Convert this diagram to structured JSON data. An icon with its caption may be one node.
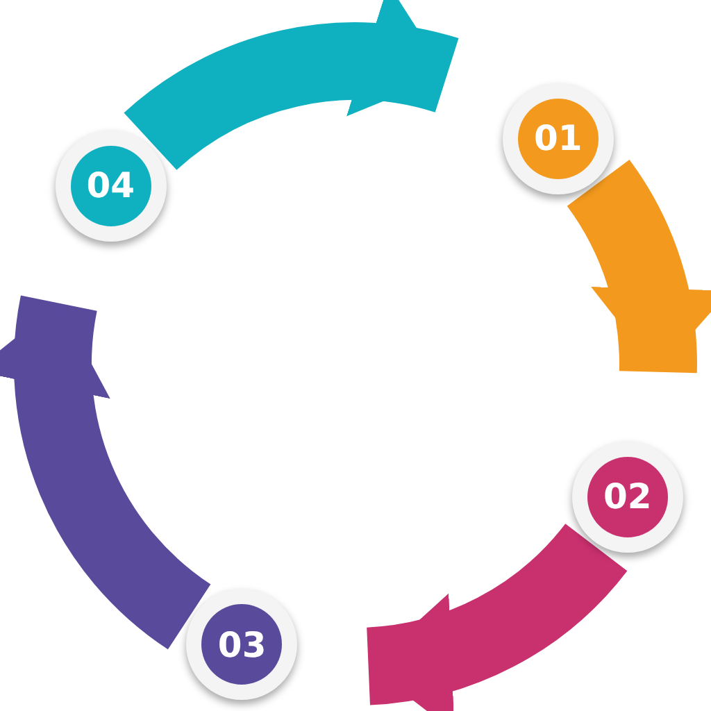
{
  "diagram": {
    "nodes": [
      {
        "text": [
          "01"
        ]
      },
      {
        "text": [
          "02"
        ]
      },
      {
        "text": [
          "03"
        ]
      },
      {
        "text": [
          "04"
        ]
      }
    ],
    "edges": [
      {
        "from": 3,
        "to": 0,
        "arrow": "to",
        "color": "#0fb0c0"
      },
      {
        "from": 0,
        "to": 1,
        "arrow": "to",
        "color": "#f39a1e"
      },
      {
        "from": 1,
        "to": 2,
        "arrow": "to",
        "color": "#c9306e"
      },
      {
        "from": 2,
        "to": 3,
        "arrow": "to",
        "color": "#5a4a9c"
      }
    ]
  }
}
